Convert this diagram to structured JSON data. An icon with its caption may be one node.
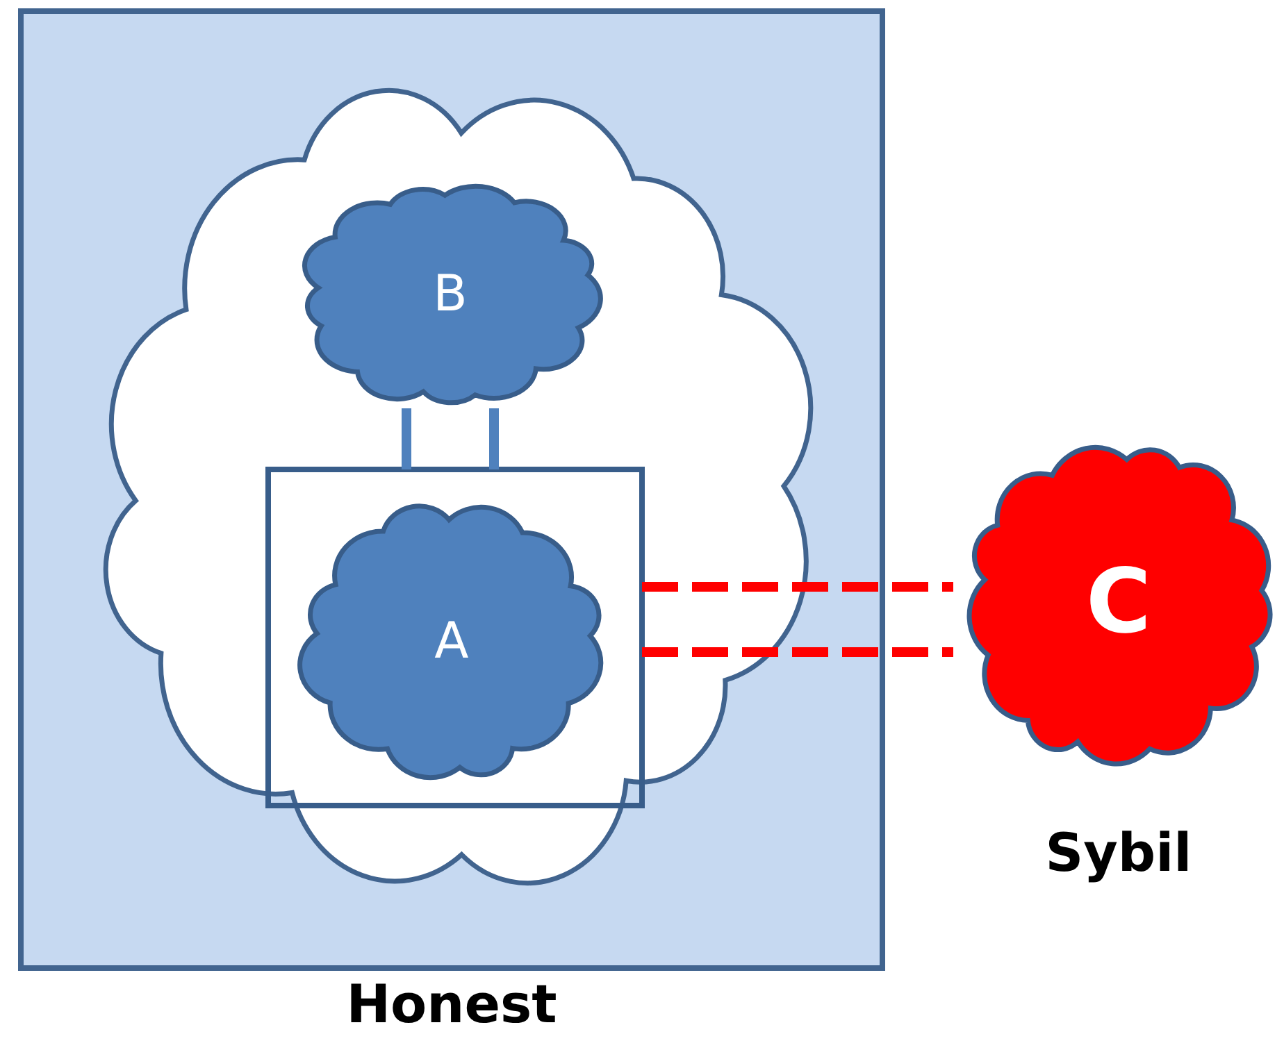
{
  "diagram": {
    "nodes": [
      {
        "text": [
          "Honest"
        ]
      },
      {
        "text": [],
        "shape": "cloud",
        "in": 0
      },
      {
        "text": [
          "B"
        ],
        "in": 1
      },
      {
        "text": [],
        "shape": "box",
        "in": 1
      },
      {
        "text": [
          "A"
        ],
        "in": 3
      },
      {
        "text": [
          "C"
        ],
        "beside": [
          "Sybil"
        ]
      }
    ],
    "edges": [
      {
        "from": 2,
        "to": 3,
        "arrow": "none"
      },
      {
        "from": 2,
        "to": 3,
        "arrow": "none"
      },
      {
        "from": 3,
        "to": 5,
        "arrow": "none",
        "style": "dashed",
        "color": "#ff0000"
      },
      {
        "from": 3,
        "to": 5,
        "arrow": "none",
        "style": "dashed",
        "color": "#ff0000"
      }
    ]
  }
}
